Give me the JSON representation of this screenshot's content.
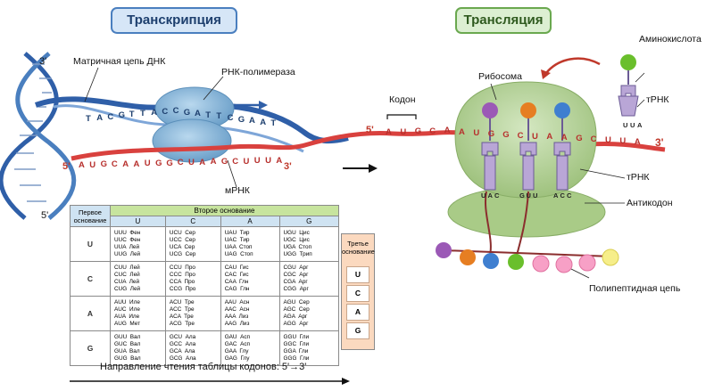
{
  "titles": {
    "transcription": "Транскрипция",
    "translation": "Трансляция"
  },
  "labels": {
    "prime3_top": "3'",
    "prime5_bottom": "5'",
    "template_strand": "Матричная цепь ДНК",
    "rna_polymerase": "РНК-полимераза",
    "mrna_5": "5'",
    "mrna_3": "3'",
    "mrna": "мРНК",
    "codon": "Кодон",
    "ribosome": "Рибосома",
    "mrna_right_5": "5'",
    "mrna_right_3": "3'",
    "amino_acid": "Аминокислота",
    "trna_top": "тРНК",
    "trna_right": "тРНК",
    "anticodon": "Антикодон",
    "polypeptide": "Полипептидная цепь",
    "reading_direction": "Направление чтения таблицы кодонов: 5'→3'"
  },
  "sequences": {
    "dna_template": "TACGTTACCGATTCGAAT",
    "mrna_left": "AUGCAAUGGCUAAGCUUUA",
    "mrna_right": "AUGCAAUGGCUAAGCUUA",
    "trna_top_anticodon": "UUA",
    "anticodons": [
      "UAC",
      "GUU",
      "ACC"
    ]
  },
  "colors": {
    "dna_blue": "#2f5fa8",
    "mrna_red": "#d9413e",
    "ribosome": "#b5d19a",
    "polymerase": "#86b6d9",
    "trna": "#b9a6d6",
    "amino_acids": [
      "#9b59b6",
      "#e67e22",
      "#3f7fd0",
      "#6abf2c",
      "#f25c9a",
      "#f5c542",
      "#2e86d1"
    ]
  },
  "codon_table": {
    "second_base_header": "Второе основание",
    "first_base_header": "Первое основание",
    "third_base_header": "Третье основание",
    "second_bases": [
      "U",
      "C",
      "A",
      "G"
    ],
    "first_bases": [
      "U",
      "C",
      "A",
      "G"
    ],
    "third_bases": [
      "U",
      "C",
      "A",
      "G"
    ],
    "rows": [
      [
        "UUU  Фен\nUUC  Фен\nUUA  Лей\nUUG  Лей",
        "UCU  Сер\nUCC  Сер\nUCA  Сер\nUCG  Сер",
        "UAU  Тир\nUAC  Тир\nUAA  Стоп\nUAG  Стоп",
        "UGU  Цис\nUGC  Цис\nUGA  Стоп\nUGG  Трип"
      ],
      [
        "CUU  Лей\nCUC  Лей\nCUA  Лей\nCUG  Лей",
        "CCU  Про\nCCC  Про\nCCA  Про\nCCG  Про",
        "CAU  Гис\nCAC  Гис\nCAA  Глн\nCAG  Глн",
        "CGU  Арг\nCGC  Арг\nCGA  Арг\nCGG  Арг"
      ],
      [
        "AUU  Иле\nAUC  Иле\nAUA  Иле\nAUG  Мет",
        "ACU  Тре\nACC  Тре\nACA  Тре\nACG  Тре",
        "AAU  Асн\nAAC  Асн\nAAA  Лиз\nAAG  Лиз",
        "AGU  Сер\nAGC  Сер\nAGA  Арг\nAGG  Арг"
      ],
      [
        "GUU  Вал\nGUC  Вал\nGUA  Вал\nGUG  Вал",
        "GCU  Ала\nGCC  Ала\nGCA  Ала\nGCG  Ала",
        "GAU  Асп\nGAC  Асп\nGAA  Глу\nGAG  Глу",
        "GGU  Гли\nGGC  Гли\nGGA  Гли\nGGG  Гли"
      ]
    ]
  }
}
